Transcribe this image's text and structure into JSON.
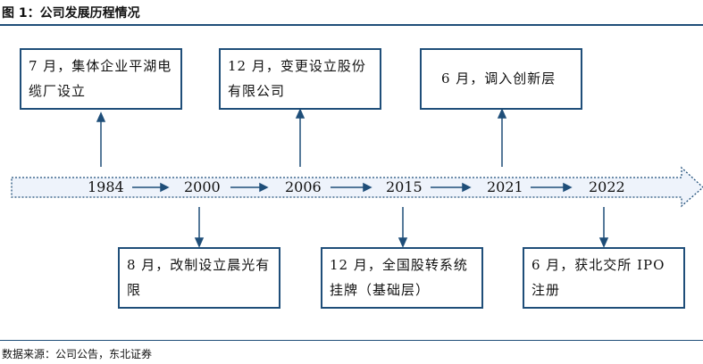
{
  "title": "图 1：公司发展历程情况",
  "source": "数据来源：公司公告，东北证券",
  "years": [
    "1984",
    "2000",
    "2006",
    "2015",
    "2021",
    "2022"
  ],
  "events_top": [
    {
      "text": "7 月，集体企业平湖电缆厂设立"
    },
    {
      "text": "12 月，变更设立股份有限公司"
    },
    {
      "text": "6 月，调入创新层"
    }
  ],
  "events_bottom": [
    {
      "text": "8 月，改制设立晨光有限"
    },
    {
      "text": "12 月，全国股转系统挂牌（基础层）"
    },
    {
      "text": "6 月，获北交所 IPO 注册"
    }
  ],
  "colors": {
    "line": "#1f4e79",
    "timeline_fill": "#eef3fb"
  }
}
